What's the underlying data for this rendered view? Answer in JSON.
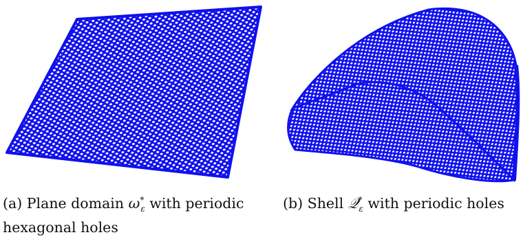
{
  "figures": [
    {
      "label": "(a)",
      "caption_line1_pre": "Plane domain",
      "math_symbol": "ω",
      "math_sub": "ε",
      "math_sup": "*",
      "caption_line1_post": "with periodic",
      "caption_line2": "hexagonal holes"
    },
    {
      "label": "(b)",
      "caption_pre": "Shell",
      "math_symbol": "𝒬",
      "math_sub": "ε",
      "math_sup": "*",
      "caption_post": "with periodic holes"
    }
  ],
  "colors": {
    "mesh": "#1010ee",
    "hole": "#ffffff",
    "background": "#ffffff"
  }
}
